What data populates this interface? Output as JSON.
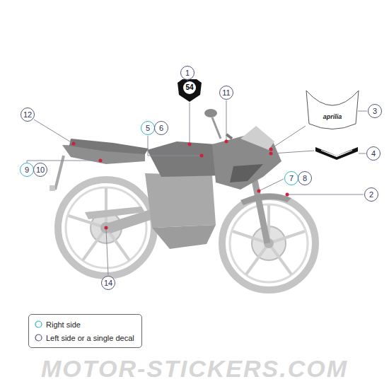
{
  "diagram": {
    "nodes": [
      {
        "text": [
          "1"
        ]
      },
      {
        "text": [
          "12"
        ]
      },
      {
        "text": [
          "11"
        ]
      },
      {
        "text": [
          "3"
        ]
      },
      {
        "text": [
          "5"
        ]
      },
      {
        "text": [
          "6"
        ]
      },
      {
        "text": [
          "4"
        ]
      },
      {
        "text": [
          "9"
        ]
      },
      {
        "text": [
          "10"
        ]
      },
      {
        "text": [
          "7"
        ]
      },
      {
        "text": [
          "8"
        ]
      },
      {
        "text": [
          "2"
        ]
      },
      {
        "text": [
          "14"
        ]
      }
    ],
    "labels": [
      "54",
      "aprilia",
      "MOTOR-STICKERS.COM"
    ],
    "legend": [
      {
        "text": "Right side"
      },
      {
        "text": "Left side or a single decal"
      }
    ]
  }
}
